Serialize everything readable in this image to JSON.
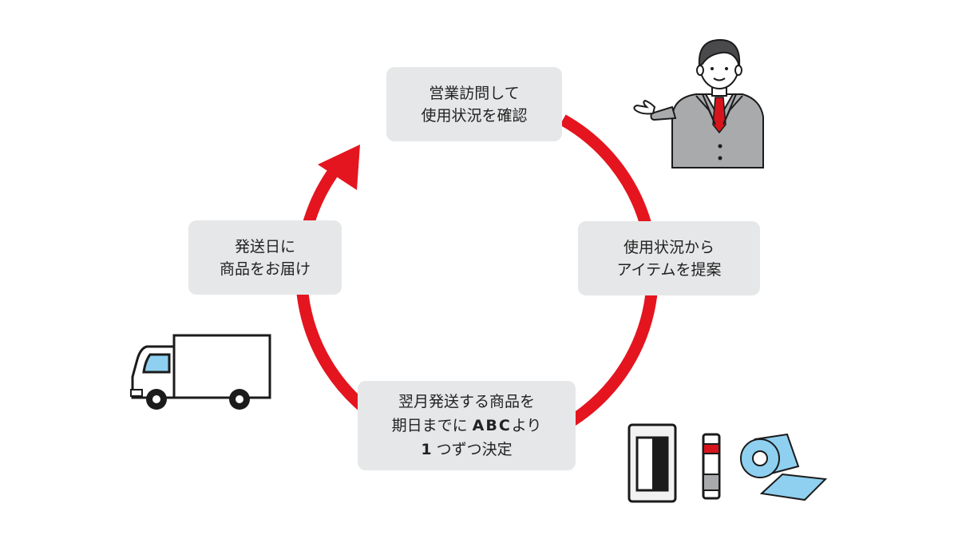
{
  "cycle": {
    "step1": {
      "line1": "営業訪問して",
      "line2": "使用状況を確認"
    },
    "step2": {
      "line1": "使用状況から",
      "line2": "アイテムを提案"
    },
    "step3": {
      "line1": "翌月発送する商品を",
      "line2_pre": "期日までに",
      "line2_abc": "ABC",
      "line2_post": "より",
      "line3_num": "1",
      "line3_post": "つずつ決定"
    },
    "step4": {
      "line1": "発送日に",
      "line2": "商品をお届け"
    }
  },
  "colors": {
    "cycle_red": "#e4151f",
    "box_bg": "#e6e7e8",
    "tie_red": "#d7141c",
    "roll_blue": "#8fd0f0"
  },
  "icons": [
    "salesman-icon",
    "delivery-truck-icon",
    "panel-icon",
    "marker-stick-icon",
    "tape-roll-icon"
  ]
}
